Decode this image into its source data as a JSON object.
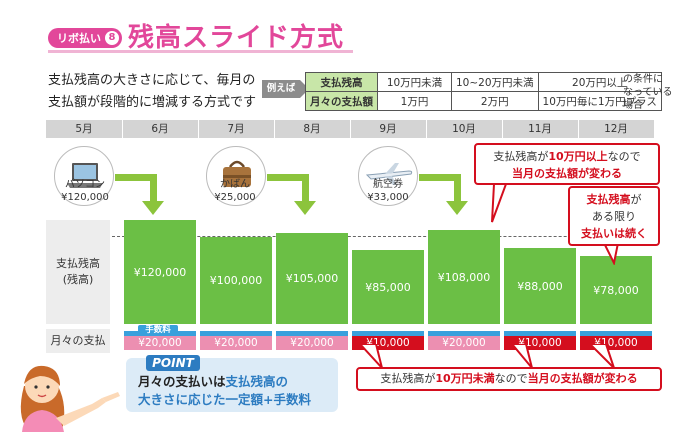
{
  "header": {
    "badge": "リボ払い",
    "badge_num": "8",
    "title": "残高スライド方式"
  },
  "intro": {
    "line1": "支払残高の大きさに応じて、毎月の",
    "line2": "支払額が段階的に増減する方式です"
  },
  "example_label": "例えば",
  "conditions_table": {
    "rows": [
      {
        "head": "支払残高",
        "cells": [
          "10万円未満",
          "10~20万円未満",
          "20万円以上"
        ]
      },
      {
        "head": "月々の支払額",
        "cells": [
          "1万円",
          "2万円",
          "10万円毎に1万円プラス"
        ]
      }
    ]
  },
  "conditions_note": {
    "line1": "の条件に",
    "line2": "なっている",
    "line3": "場合"
  },
  "months": [
    "5月",
    "6月",
    "7月",
    "8月",
    "9月",
    "10月",
    "11月",
    "12月"
  ],
  "purchases": [
    {
      "item": "パソコン",
      "amount": "¥120,000",
      "icon": "laptop-icon"
    },
    {
      "item": "かばん",
      "amount": "¥25,000",
      "icon": "bag-icon"
    },
    {
      "item": "航空券",
      "amount": "¥33,000",
      "icon": "airplane-icon"
    }
  ],
  "balance_label": {
    "line1": "支払残高",
    "line2": "(残高)"
  },
  "balances": [
    "¥120,000",
    "¥100,000",
    "¥105,000",
    "¥85,000",
    "¥108,000",
    "¥88,000",
    "¥78,000"
  ],
  "balance_values": [
    120000,
    100000,
    105000,
    85000,
    108000,
    88000,
    78000
  ],
  "payment_label": "月々の支払",
  "fee_tag": "手数料",
  "payments": [
    "¥20,000",
    "¥20,000",
    "¥20,000",
    "¥10,000",
    "¥20,000",
    "¥10,000",
    "¥10,000"
  ],
  "callouts": {
    "a_pre": "支払残高が",
    "a_red1": "10万円以上",
    "a_mid": "なので",
    "a_red2": "当月の支払額が変わる",
    "b_red1": "支払残高",
    "b_mid1": "が",
    "b_mid2": "ある限り",
    "b_red2": "支払いは続く",
    "c_pre": "支払残高が",
    "c_red1": "10万円未満",
    "c_mid": "なので",
    "c_red2": "当月の支払額が変わる"
  },
  "point": {
    "badge": "POINT",
    "line1_pre": "月々の支払いは",
    "line1_blue": "支払残高の",
    "line2_blue": "大きさに応じた一定額+手数料"
  },
  "colors": {
    "pink": "#e2479a",
    "green": "#6bbf45",
    "red": "#d40e1e",
    "blue": "#39a0dc"
  }
}
